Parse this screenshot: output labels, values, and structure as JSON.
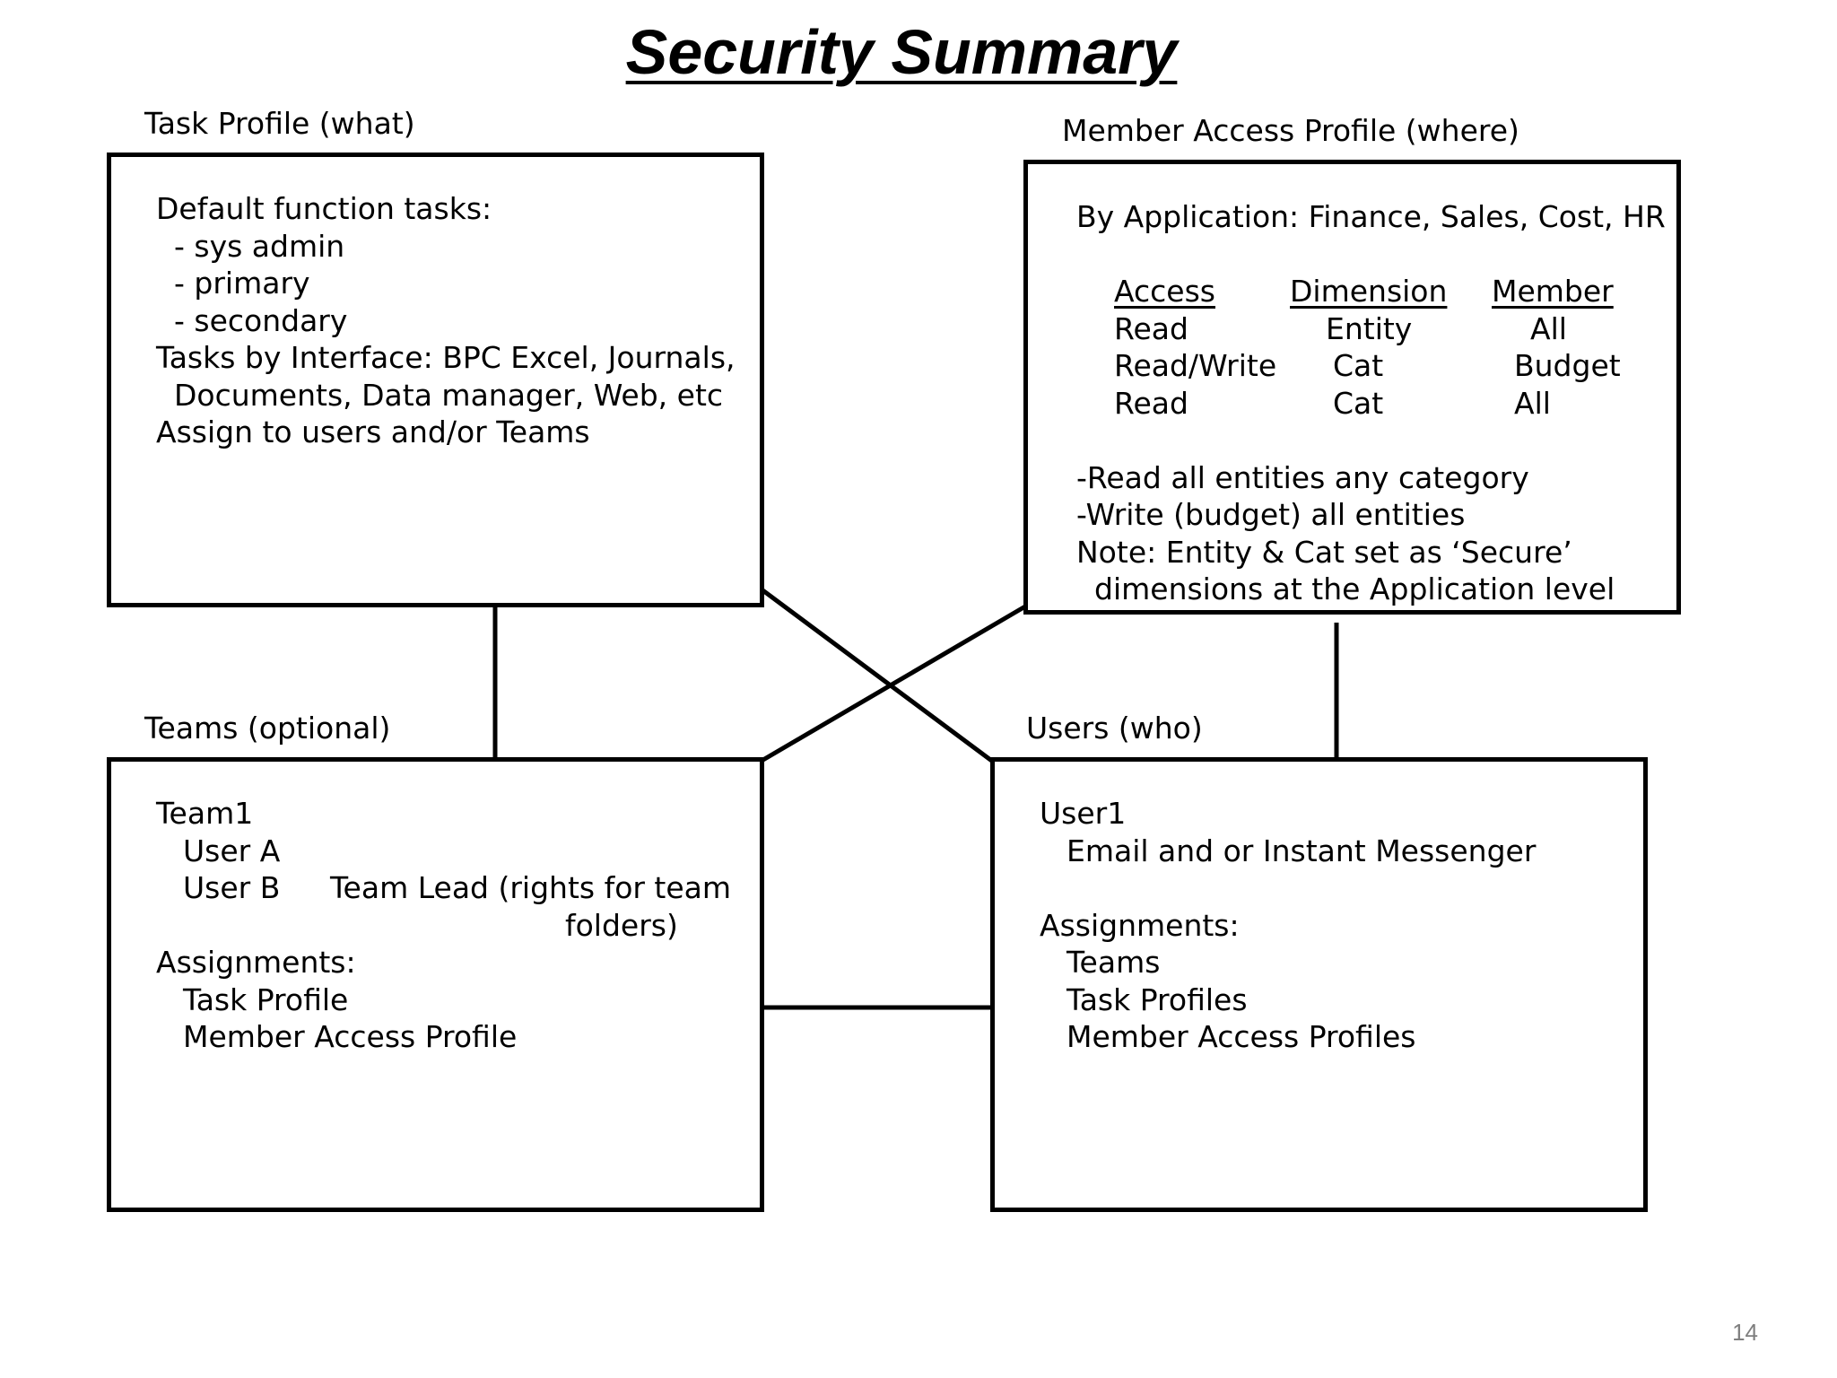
{
  "title": "Security Summary",
  "task_profile": {
    "label": "Task Profile (what)",
    "lines": [
      "Default  function  tasks:",
      "- sys admin",
      "- primary",
      "- secondary",
      "Tasks by Interface: BPC Excel, Journals,",
      "Documents, Data manager, Web, etc",
      "Assign to users and/or Teams"
    ]
  },
  "member_access_profile": {
    "label": "Member Access Profile (where)",
    "intro": "By Application: Finance, Sales, Cost, HR",
    "table": {
      "headers": [
        "Access",
        "Dimension",
        "Member"
      ],
      "rows": [
        [
          "Read",
          "Entity",
          "All"
        ],
        [
          "Read/Write",
          "Cat",
          "Budget"
        ],
        [
          "Read",
          "Cat",
          "All"
        ]
      ]
    },
    "notes": [
      "-Read all entities any category",
      "-Write (budget) all entities",
      "Note:  Entity & Cat set as ‘Secure’",
      "dimensions at the Application level"
    ]
  },
  "teams": {
    "label": "Teams (optional)",
    "team_name": "Team1",
    "user_a": "User A",
    "user_b": "User B",
    "team_lead_line1": "Team Lead (rights for team",
    "team_lead_line2": "folders)",
    "assignments_label": "Assignments:",
    "assignments": [
      "Task Profile",
      "Member Access Profile"
    ]
  },
  "users": {
    "label": "Users (who)",
    "user_name": "User1",
    "contact": "Email and or Instant Messenger",
    "assignments_label": "Assignments:",
    "assignments": [
      "Teams",
      "Task Profiles",
      "Member Access Profiles"
    ]
  },
  "page_number": "14"
}
